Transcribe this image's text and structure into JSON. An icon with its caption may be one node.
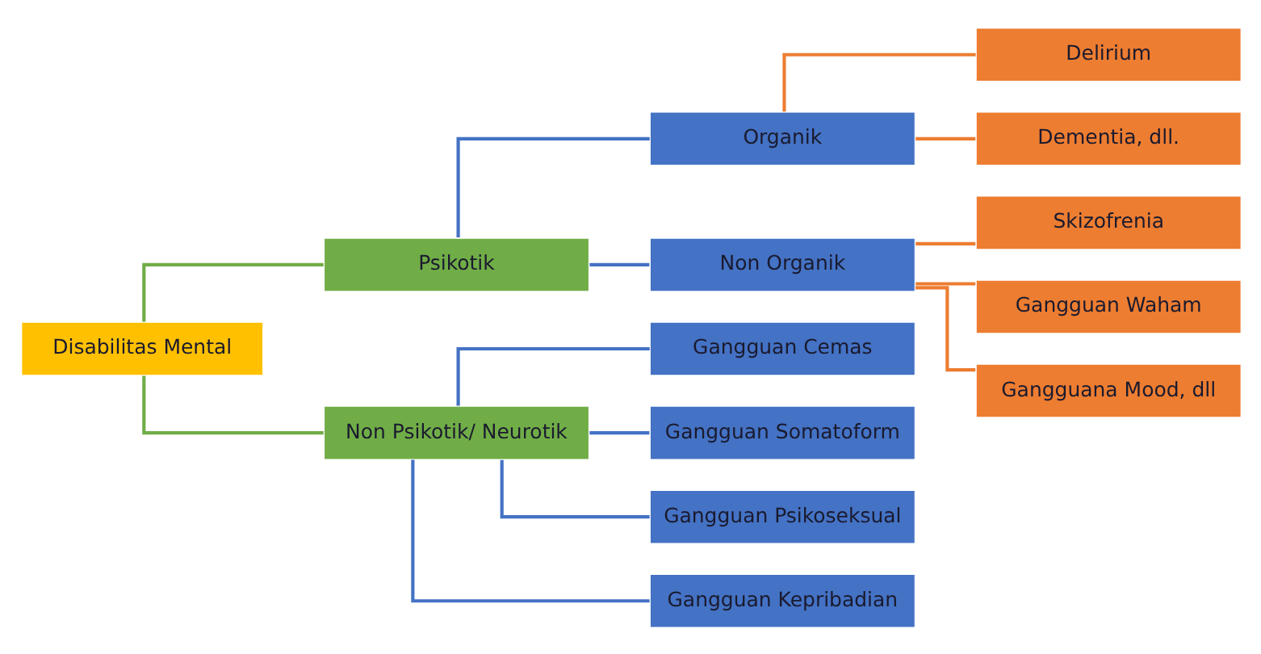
{
  "diagram": {
    "nodes": [
      {
        "text": [
          "Disabilitas Mental"
        ]
      },
      {
        "text": [
          "Psikotik"
        ]
      },
      {
        "text": [
          "Non Psikotik/ Neurotik"
        ]
      },
      {
        "text": [
          "Organik"
        ]
      },
      {
        "text": [
          "Non Organik"
        ]
      },
      {
        "text": [
          "Delirium"
        ]
      },
      {
        "text": [
          "Dementia, dll."
        ]
      },
      {
        "text": [
          "Skizofrenia"
        ]
      },
      {
        "text": [
          "Gangguan Waham"
        ]
      },
      {
        "text": [
          "Gangguana Mood, dll"
        ]
      },
      {
        "text": [
          "Gangguan Cemas"
        ]
      },
      {
        "text": [
          "Gangguan Somatoform"
        ]
      },
      {
        "text": [
          "Gangguan Psikoseksual"
        ]
      },
      {
        "text": [
          "Gangguan Kepribadian"
        ]
      }
    ],
    "edges": [
      {
        "from": 0,
        "to": 1,
        "arrow": "none",
        "color": "#70ad47"
      },
      {
        "from": 0,
        "to": 2,
        "arrow": "none",
        "color": "#70ad47"
      },
      {
        "from": 1,
        "to": 3,
        "arrow": "none"
      },
      {
        "from": 1,
        "to": 4,
        "arrow": "none"
      },
      {
        "from": 3,
        "to": 5,
        "arrow": "none",
        "color": "#ed7d31"
      },
      {
        "from": 3,
        "to": 6,
        "arrow": "none",
        "color": "#ed7d31"
      },
      {
        "from": 4,
        "to": 7,
        "arrow": "none",
        "color": "#ed7d31"
      },
      {
        "from": 4,
        "to": 8,
        "arrow": "none",
        "color": "#ed7d31"
      },
      {
        "from": 4,
        "to": 9,
        "arrow": "none",
        "color": "#ed7d31"
      },
      {
        "from": 2,
        "to": 10,
        "arrow": "none"
      },
      {
        "from": 2,
        "to": 11,
        "arrow": "none"
      },
      {
        "from": 2,
        "to": 12,
        "arrow": "none"
      },
      {
        "from": 2,
        "to": 13,
        "arrow": "none"
      }
    ]
  }
}
